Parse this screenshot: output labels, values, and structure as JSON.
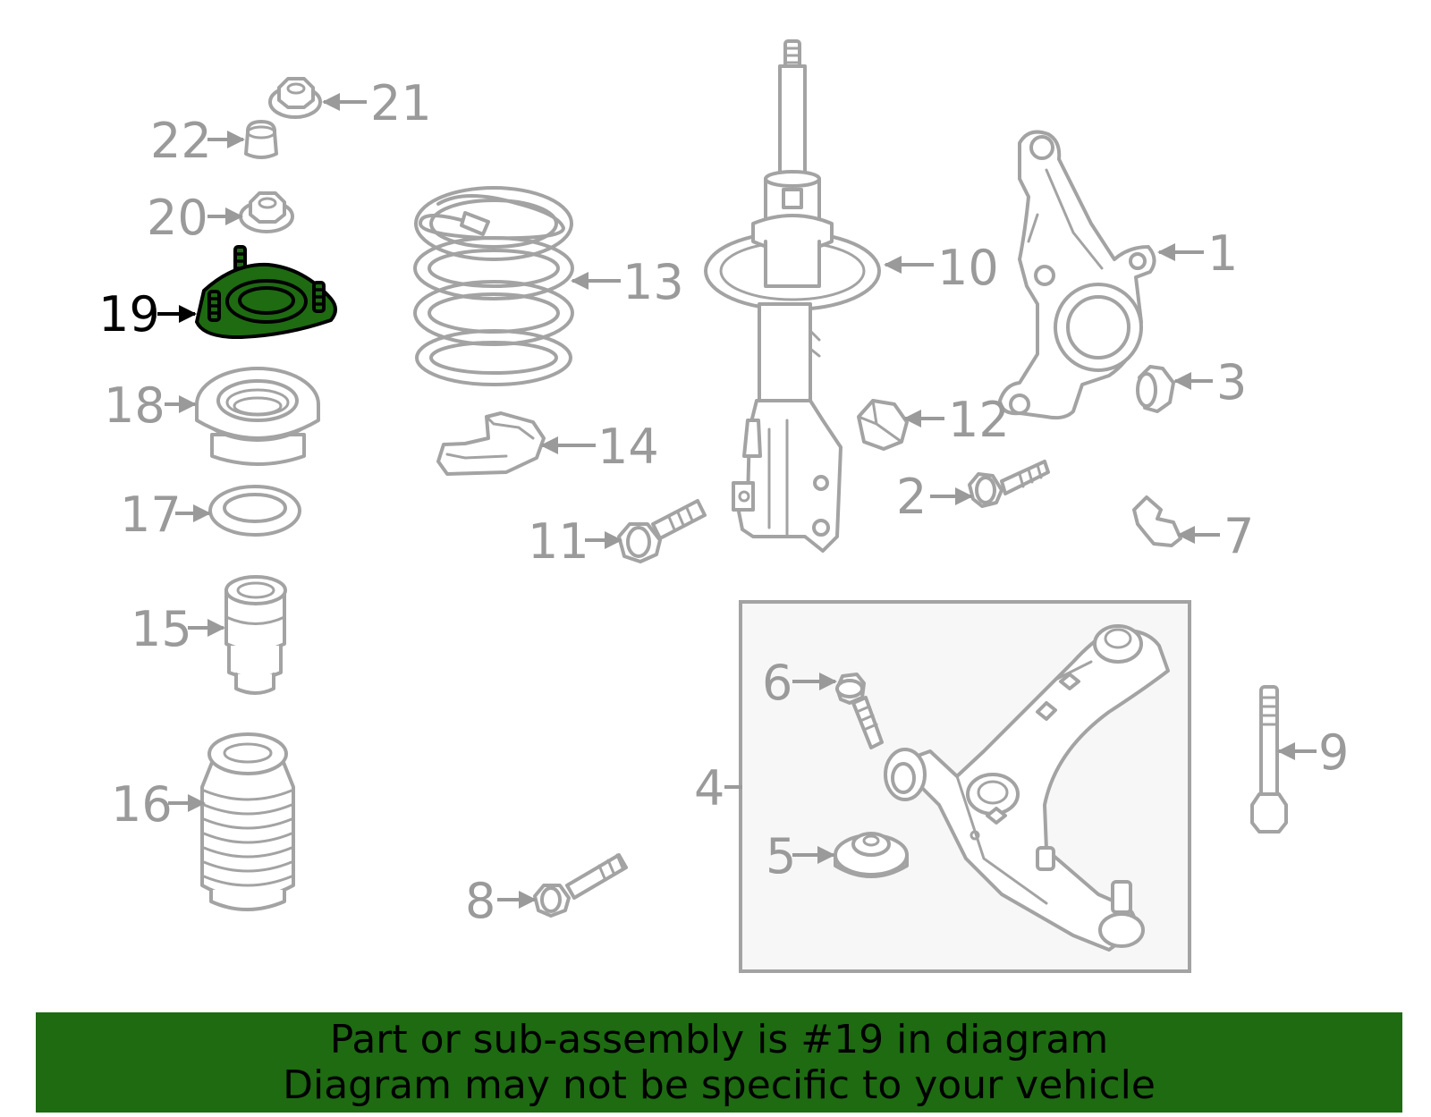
{
  "diagram": {
    "highlight_color": "#1e6b12",
    "part_color": "#a3a3a3",
    "highlighted_part": "19",
    "callouts": [
      "1",
      "2",
      "3",
      "4",
      "5",
      "6",
      "7",
      "8",
      "9",
      "10",
      "11",
      "12",
      "13",
      "14",
      "15",
      "16",
      "17",
      "18",
      "19",
      "20",
      "21",
      "22"
    ]
  },
  "banner": {
    "line1": "Part or sub-assembly is #19 in diagram",
    "line2": "Diagram may not be specific to your vehicle"
  }
}
